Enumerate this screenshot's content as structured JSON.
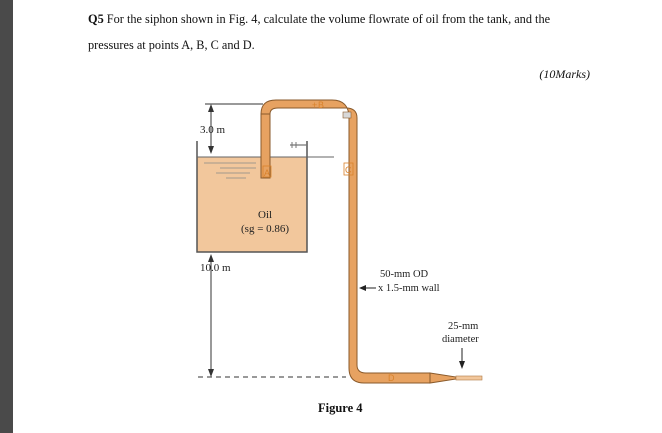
{
  "question": {
    "number": "Q5",
    "line1": "For the siphon shown in Fig. 4, calculate the volume flowrate of oil from the tank, and the",
    "line2": "pressures at points A, B, C and D.",
    "marks": "(10Marks)"
  },
  "figure": {
    "caption": "Figure 4",
    "dim_top": "3.0 m",
    "dim_bottom": "10.0 m",
    "fluid_name": "Oil",
    "fluid_sg": "(sg = 0.86)",
    "pipe_label_1": "50-mm OD",
    "pipe_label_2": "x 1.5-mm wall",
    "nozzle_label_1": "25-mm",
    "nozzle_label_2": "diameter",
    "points": {
      "a": "A",
      "b": "B",
      "c": "C",
      "d": "D"
    },
    "colors": {
      "oil": "#f2c79c",
      "pipe": "#e7a261",
      "pipe_edge": "#8a5a2b",
      "point_label": "#d9822b"
    }
  }
}
